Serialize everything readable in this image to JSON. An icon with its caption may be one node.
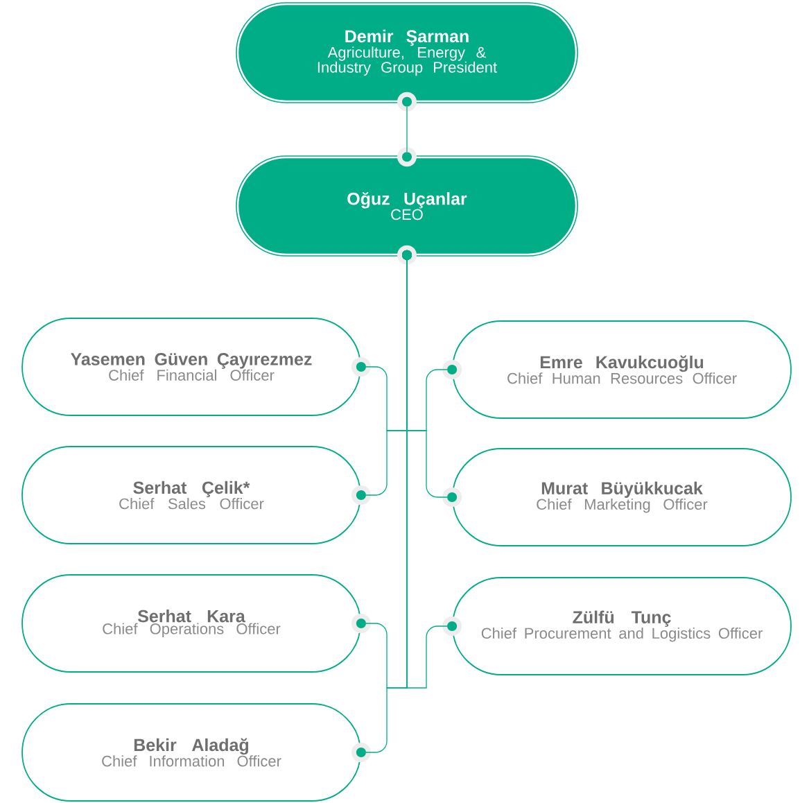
{
  "diagram": {
    "nodes": [
      {
        "text": [
          "Demir Şarman",
          "Agriculture, Energy & Industry Group President"
        ]
      },
      {
        "text": [
          "Oğuz Uçanlar",
          "CEO"
        ]
      },
      {
        "text": [
          "Yasemen Güven Çayırezmez",
          "Chief Financial Officer"
        ]
      },
      {
        "text": [
          "Emre Kavukcuoğlu",
          "Chief Human Resources Officer"
        ]
      },
      {
        "text": [
          "Serhat Çelik*",
          "Chief Sales Officer"
        ]
      },
      {
        "text": [
          "Murat Büyükkucak",
          "Chief Marketing Officer"
        ]
      },
      {
        "text": [
          "Serhat Kara",
          "Chief Operations Officer"
        ]
      },
      {
        "text": [
          "Zülfü Tunç",
          "Chief Procurement and Logistics Officer"
        ]
      },
      {
        "text": [
          "Bekir Aladağ",
          "Chief Information Officer"
        ]
      }
    ],
    "edges": [
      {
        "from": 0,
        "to": 1,
        "arrow": "other"
      },
      {
        "from": 1,
        "to": 2,
        "arrow": "other"
      },
      {
        "from": 1,
        "to": 3,
        "arrow": "other"
      },
      {
        "from": 1,
        "to": 4,
        "arrow": "other"
      },
      {
        "from": 1,
        "to": 5,
        "arrow": "other"
      },
      {
        "from": 1,
        "to": 6,
        "arrow": "other"
      },
      {
        "from": 1,
        "to": 7,
        "arrow": "other"
      },
      {
        "from": 1,
        "to": 8,
        "arrow": "other"
      }
    ]
  }
}
